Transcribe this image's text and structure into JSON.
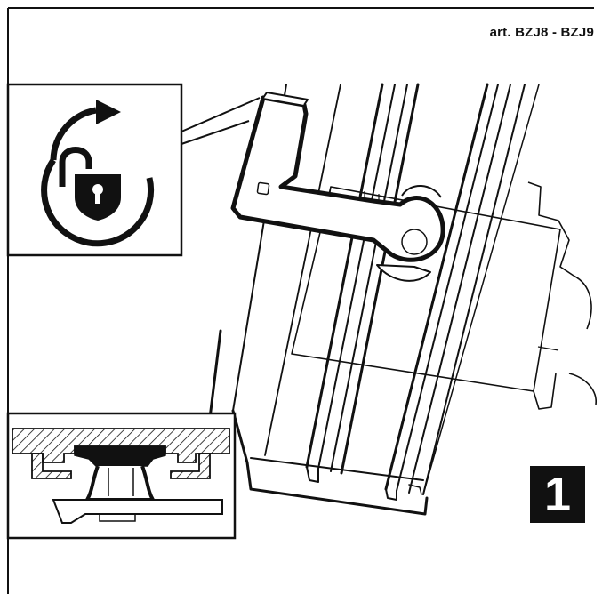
{
  "header": {
    "model_label": "art.  BZJ8 - BZJ9"
  },
  "step": {
    "number": "1"
  },
  "icons": {
    "unlock_rotate": "unlock-rotate-icon",
    "detail_view": "latch-cross-section"
  },
  "colors": {
    "line": "#111111",
    "background": "#ffffff",
    "badge": "#111111"
  }
}
